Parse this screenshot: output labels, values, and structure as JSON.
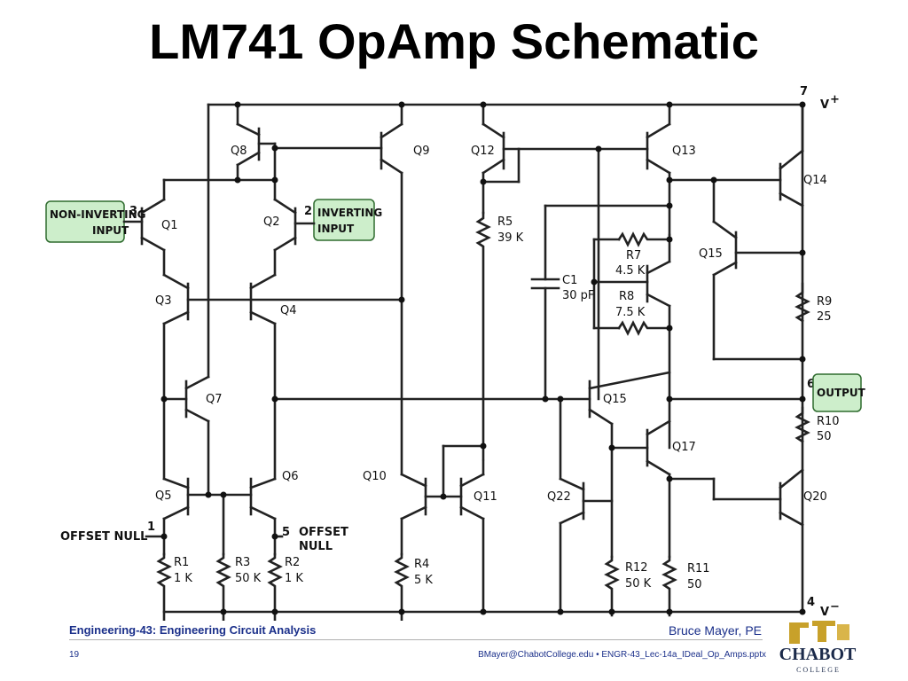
{
  "slide": {
    "title": "LM741 OpAmp Schematic"
  },
  "pins": {
    "vplus_num": "7",
    "vplus": "V",
    "vplus_sign": "+",
    "vminus_num": "4",
    "vminus": "V",
    "vminus_sign": "−",
    "noninv_num": "3",
    "inv_num": "2",
    "offset1_num": "1",
    "offset5_num": "5",
    "output_num": "6"
  },
  "labels": {
    "noninv_1": "NON-INVERTING",
    "noninv_2": "INPUT",
    "inv_1": "INVERTING",
    "inv_2": "INPUT",
    "output": "OUTPUT",
    "offset_null_left": "OFFSET NULL",
    "offset_null_right_1": "OFFSET",
    "offset_null_right_2": "NULL"
  },
  "transistors": {
    "q1": "Q1",
    "q2": "Q2",
    "q3": "Q3",
    "q4": "Q4",
    "q5": "Q5",
    "q6": "Q6",
    "q7": "Q7",
    "q8": "Q8",
    "q9": "Q9",
    "q10": "Q10",
    "q11": "Q11",
    "q12": "Q12",
    "q13": "Q13",
    "q14": "Q14",
    "q15a": "Q15",
    "q15b": "Q15",
    "q17": "Q17",
    "q20": "Q20",
    "q22": "Q22"
  },
  "components": {
    "r1": "R1",
    "r1v": "1 K",
    "r2": "R2",
    "r2v": "1 K",
    "r3": "R3",
    "r3v": "50 K",
    "r4": "R4",
    "r4v": "5 K",
    "r5": "R5",
    "r5v": "39 K",
    "r7": "R7",
    "r7v": "4.5 K",
    "r8": "R8",
    "r8v": "7.5 K",
    "r9": "R9",
    "r9v": "25",
    "r10": "R10",
    "r10v": "50",
    "r11": "R11",
    "r11v": "50",
    "r12": "R12",
    "r12v": "50 K",
    "c1": "C1",
    "c1v": "30 pF"
  },
  "footer": {
    "course": "Engineering-43: Engineering Circuit Analysis",
    "author": "Bruce Mayer, PE",
    "page": "19",
    "file": "BMayer@ChabotCollege.edu  • ENGR-43_Lec-14a_IDeal_Op_Amps.pptx"
  },
  "logo": {
    "name": "CHABOT",
    "sub": "C O L L E G E"
  },
  "colors": {
    "wire": "#222222",
    "pin_box": "#cdeecb",
    "footer_text": "#1a2f8a",
    "logo_gold": "#c8a12a"
  }
}
